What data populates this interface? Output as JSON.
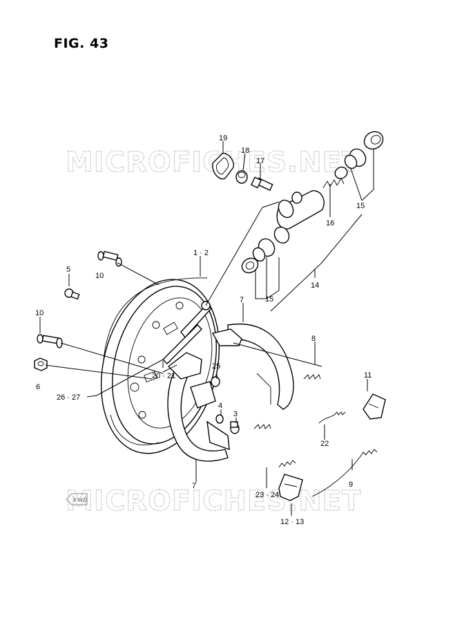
{
  "figure": {
    "title": "FIG. 43"
  },
  "watermark": {
    "text": "MICROFICHES.NET",
    "fwd_badge": "FWD"
  },
  "callouts": {
    "c19": "19",
    "c18": "18",
    "c17": "17",
    "c16": "16",
    "c15a": "15",
    "c15b": "15",
    "c14": "14",
    "c1_2": "1 · 2",
    "c5": "5",
    "c10a": "10",
    "c10b": "10",
    "c6": "6",
    "c7a": "7",
    "c7b": "7",
    "c8": "8",
    "c11": "11",
    "c25": "25",
    "c20_21": "20 · 21",
    "c26_27": "26 · 27",
    "c4": "4",
    "c3": "3",
    "c22": "22",
    "c9": "9",
    "c23_24": "23 · 24",
    "c12_13": "12 · 13"
  }
}
